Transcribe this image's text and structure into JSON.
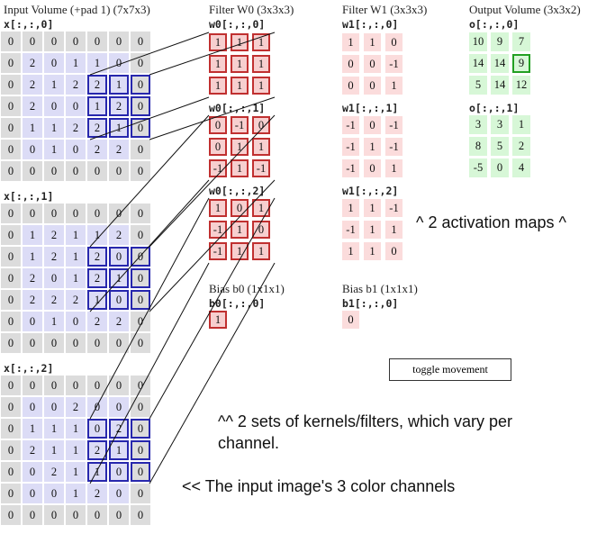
{
  "input": {
    "title": "Input Volume (+pad 1) (7x7x3)",
    "slices": [
      {
        "label": "x[:,:,0]",
        "rows": [
          [
            0,
            0,
            0,
            0,
            0,
            0,
            0
          ],
          [
            0,
            2,
            0,
            1,
            1,
            0,
            0
          ],
          [
            0,
            2,
            1,
            2,
            2,
            1,
            0
          ],
          [
            0,
            2,
            0,
            0,
            1,
            2,
            0
          ],
          [
            0,
            1,
            1,
            2,
            2,
            1,
            0
          ],
          [
            0,
            0,
            1,
            0,
            2,
            2,
            0
          ],
          [
            0,
            0,
            0,
            0,
            0,
            0,
            0
          ]
        ]
      },
      {
        "label": "x[:,:,1]",
        "rows": [
          [
            0,
            0,
            0,
            0,
            0,
            0,
            0
          ],
          [
            0,
            1,
            2,
            1,
            1,
            2,
            0
          ],
          [
            0,
            1,
            2,
            1,
            2,
            0,
            0
          ],
          [
            0,
            2,
            0,
            1,
            2,
            1,
            0
          ],
          [
            0,
            2,
            2,
            2,
            1,
            0,
            0
          ],
          [
            0,
            0,
            1,
            0,
            2,
            2,
            0
          ],
          [
            0,
            0,
            0,
            0,
            0,
            0,
            0
          ]
        ]
      },
      {
        "label": "x[:,:,2]",
        "rows": [
          [
            0,
            0,
            0,
            0,
            0,
            0,
            0
          ],
          [
            0,
            0,
            0,
            2,
            0,
            0,
            0
          ],
          [
            0,
            1,
            1,
            1,
            0,
            2,
            0
          ],
          [
            0,
            2,
            1,
            1,
            2,
            1,
            0
          ],
          [
            0,
            0,
            2,
            1,
            1,
            0,
            0
          ],
          [
            0,
            0,
            0,
            1,
            2,
            0,
            0
          ],
          [
            0,
            0,
            0,
            0,
            0,
            0,
            0
          ]
        ]
      }
    ]
  },
  "filter_w0": {
    "title": "Filter W0 (3x3x3)",
    "slices": [
      {
        "label": "w0[:,:,0]",
        "rows": [
          [
            1,
            1,
            1
          ],
          [
            1,
            1,
            1
          ],
          [
            1,
            1,
            1
          ]
        ]
      },
      {
        "label": "w0[:,:,1]",
        "rows": [
          [
            0,
            -1,
            0
          ],
          [
            0,
            1,
            1
          ],
          [
            -1,
            1,
            -1
          ]
        ]
      },
      {
        "label": "w0[:,:,2]",
        "rows": [
          [
            1,
            0,
            1
          ],
          [
            -1,
            1,
            0
          ],
          [
            -1,
            1,
            1
          ]
        ]
      }
    ]
  },
  "filter_w1": {
    "title": "Filter W1 (3x3x3)",
    "slices": [
      {
        "label": "w1[:,:,0]",
        "rows": [
          [
            1,
            1,
            0
          ],
          [
            0,
            0,
            -1
          ],
          [
            0,
            0,
            1
          ]
        ]
      },
      {
        "label": "w1[:,:,1]",
        "rows": [
          [
            -1,
            0,
            -1
          ],
          [
            -1,
            1,
            -1
          ],
          [
            -1,
            0,
            1
          ]
        ]
      },
      {
        "label": "w1[:,:,2]",
        "rows": [
          [
            1,
            1,
            -1
          ],
          [
            -1,
            1,
            1
          ],
          [
            1,
            1,
            0
          ]
        ]
      }
    ]
  },
  "bias_b0": {
    "title": "Bias b0 (1x1x1)",
    "label": "b0[:,:,0]",
    "value": 1
  },
  "bias_b1": {
    "title": "Bias b1 (1x1x1)",
    "label": "b1[:,:,0]",
    "value": 0
  },
  "output": {
    "title": "Output Volume (3x3x2)",
    "slices": [
      {
        "label": "o[:,:,0]",
        "rows": [
          [
            10,
            9,
            7
          ],
          [
            14,
            14,
            9
          ],
          [
            5,
            14,
            12
          ]
        ]
      },
      {
        "label": "o[:,:,1]",
        "rows": [
          [
            3,
            3,
            1
          ],
          [
            8,
            5,
            2
          ],
          [
            -5,
            0,
            4
          ]
        ]
      }
    ]
  },
  "toggle_button": "toggle movement",
  "annotations": {
    "activation_maps": "^ 2 activation maps ^",
    "kernels": "^^ 2 sets of kernels/filters, which vary per channel.",
    "channels": "<< The input image's 3 color channels"
  },
  "colors": {
    "pad": "#dcdcdc",
    "inner": "#dcdcf6",
    "filter": "#f7cfcf",
    "filter_border": "#c03030",
    "output": "#d7f7d7",
    "highlight_blue": "#2727ad",
    "highlight_green": "#22a022"
  }
}
